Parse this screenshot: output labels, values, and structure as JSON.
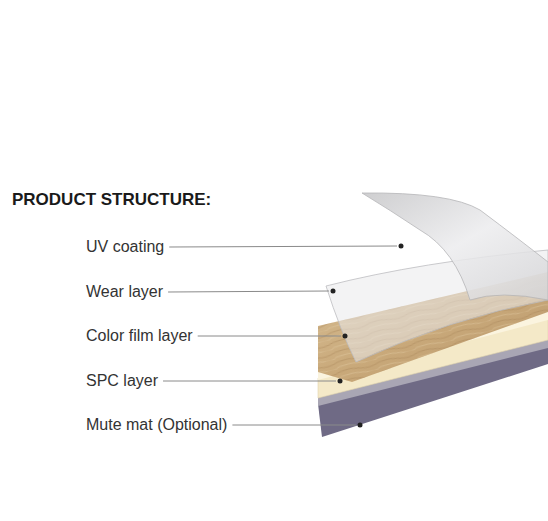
{
  "diagram": {
    "title": "PRODUCT STRUCTURE:",
    "labels": [
      "UV coating",
      "Wear layer",
      "Color film layer",
      "SPC layer",
      "Mute mat (Optional)"
    ]
  }
}
